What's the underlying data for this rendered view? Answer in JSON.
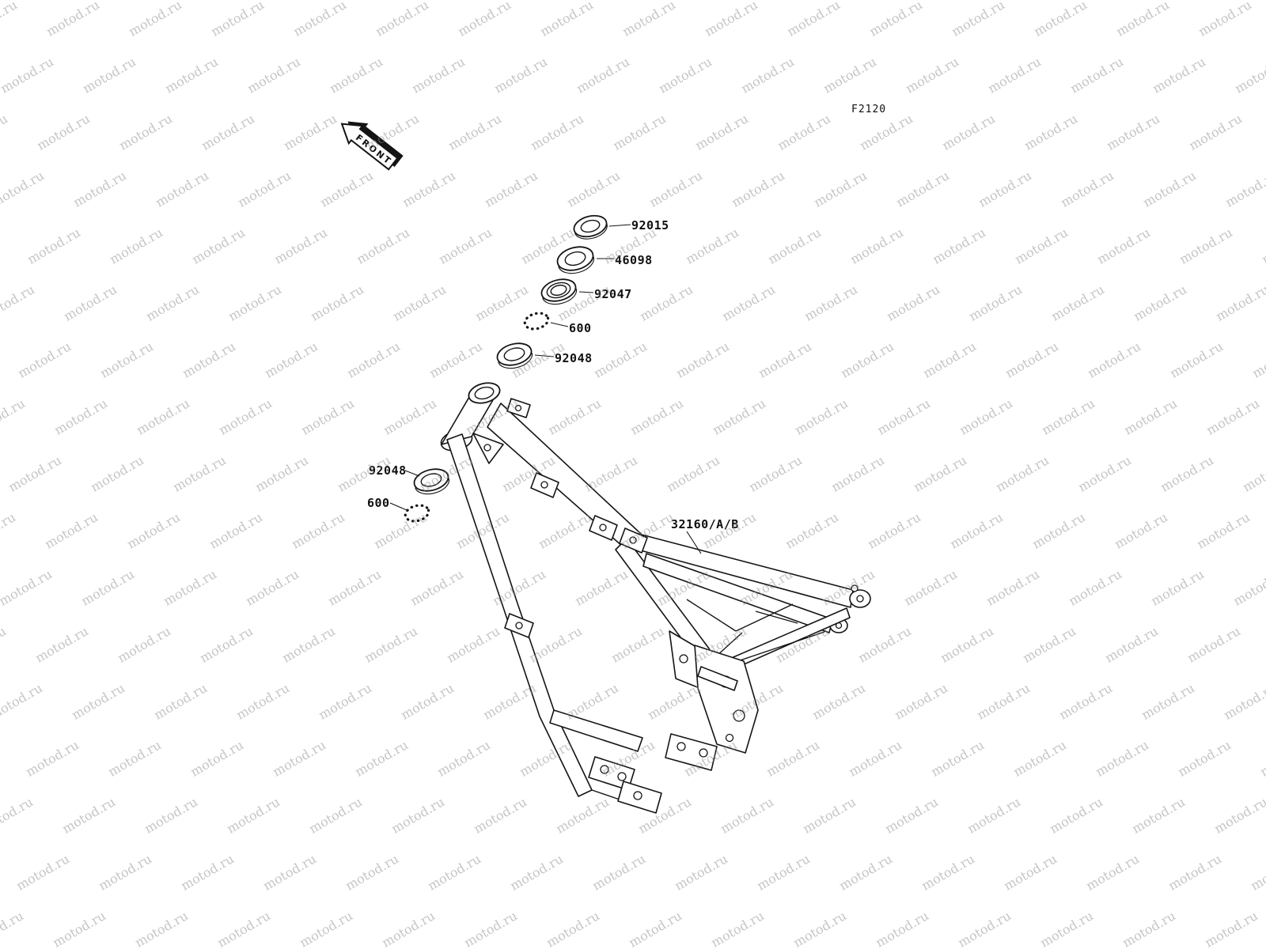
{
  "figure_code": "F2120",
  "front_label": "FRONT",
  "watermark": {
    "text": "motod.ru"
  },
  "parts": [
    {
      "label": "92015"
    },
    {
      "label": "46098"
    },
    {
      "label": "92047"
    },
    {
      "label": "600"
    },
    {
      "label": "92048"
    },
    {
      "label": "92048"
    },
    {
      "label": "600"
    },
    {
      "label": "32160/A/B"
    }
  ],
  "colors": {
    "line": "#141414",
    "watermark": "#8d8d8d",
    "background": "#ffffff"
  }
}
